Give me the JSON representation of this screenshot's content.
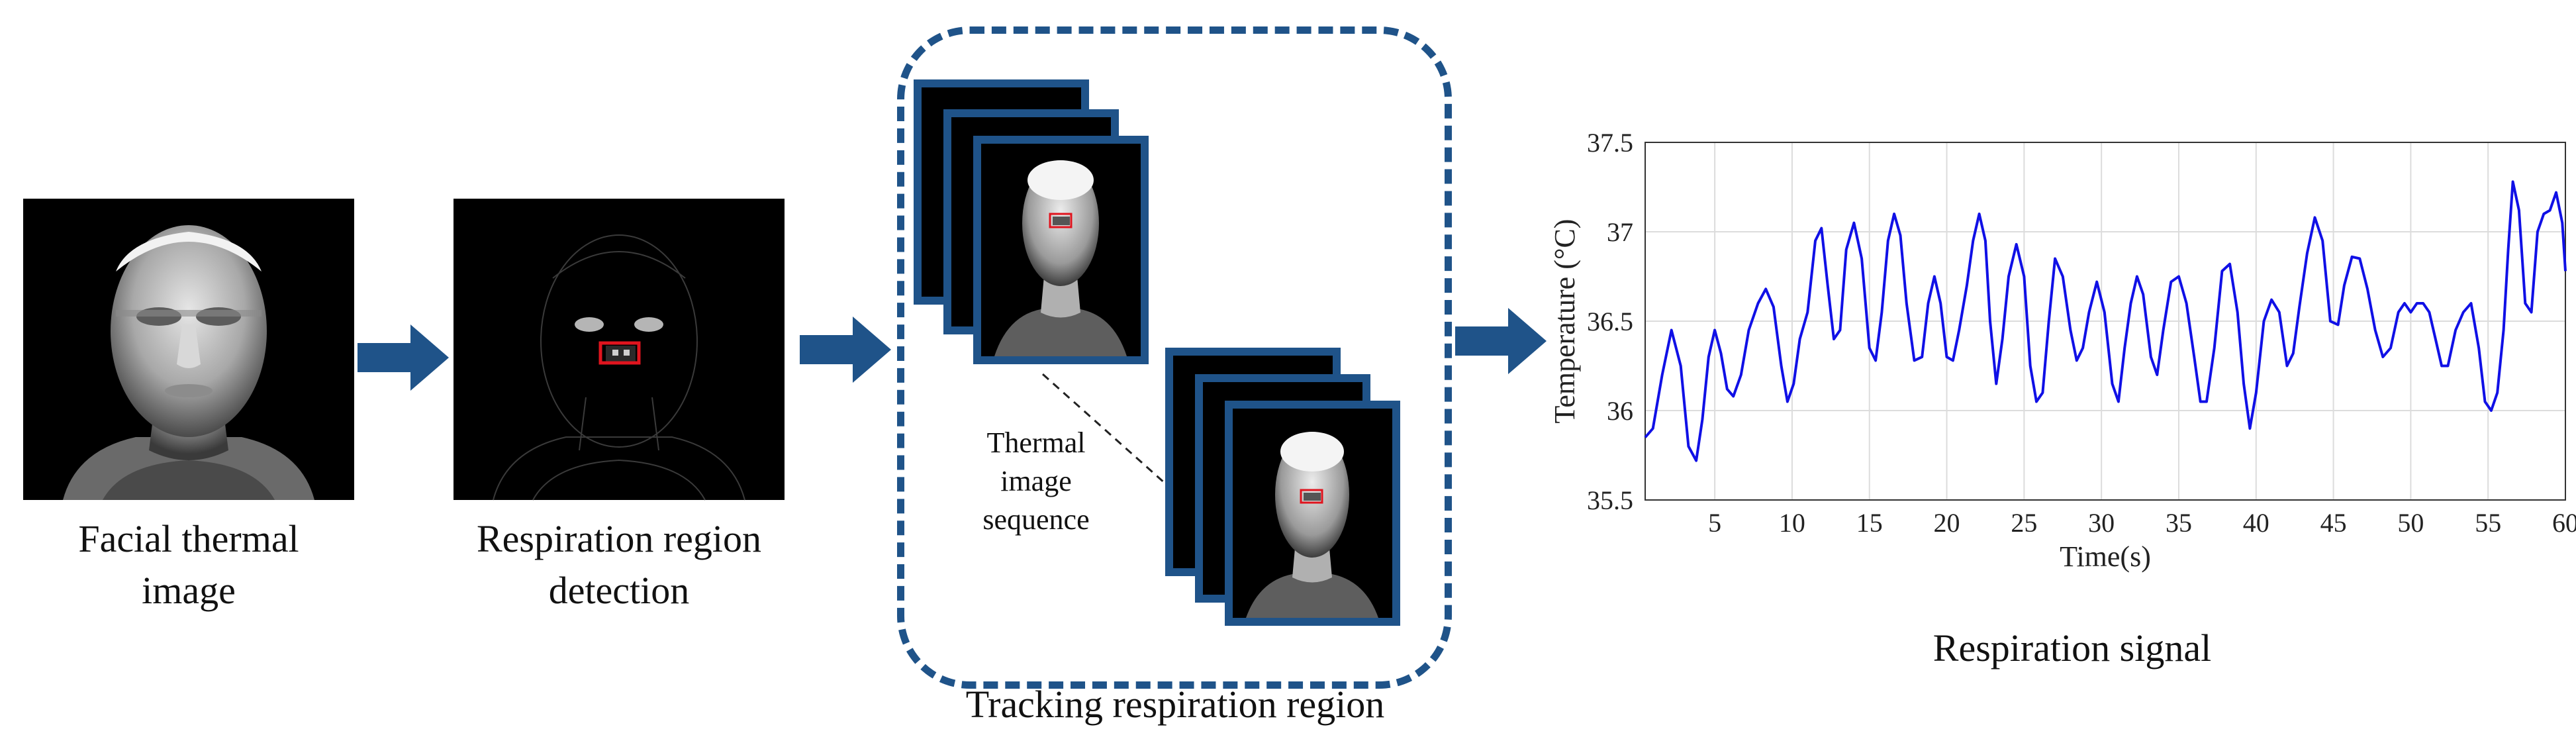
{
  "steps": [
    {
      "caption_line1": "Facial thermal",
      "caption_line2": "image"
    },
    {
      "caption_line1": "Respiration region",
      "caption_line2": "detection"
    },
    {
      "caption": "Tracking respiration region",
      "sequence_label_1": "Thermal",
      "sequence_label_2": "image",
      "sequence_label_3": "sequence"
    },
    {
      "caption": "Respiration signal"
    }
  ],
  "colors": {
    "arrow": "#1f5389",
    "frame_border": "#1f5389",
    "roi_box": "#e0141e",
    "signal_line": "#1010e6"
  },
  "chart_data": {
    "type": "line",
    "xlabel": "Time(s)",
    "ylabel": "Temperature (°C)",
    "xlim": [
      0.5,
      60
    ],
    "ylim": [
      35.5,
      37.5
    ],
    "xticks": [
      "5",
      "10",
      "15",
      "20",
      "25",
      "30",
      "35",
      "40",
      "45",
      "50",
      "55",
      "60"
    ],
    "yticks": [
      "35.5",
      "36",
      "36.5",
      "37",
      "37.5"
    ],
    "grid": true,
    "series": [
      {
        "x": [
          0.5,
          1.0,
          1.6,
          2.2,
          2.8,
          3.3,
          3.8,
          4.2,
          4.6,
          5.0,
          5.4,
          5.8,
          6.2,
          6.7,
          7.2,
          7.8,
          8.3,
          8.8,
          9.3,
          9.7,
          10.1,
          10.5,
          11.0,
          11.5,
          11.9,
          12.3,
          12.7,
          13.1,
          13.5,
          14.0,
          14.5,
          15.0,
          15.4,
          15.8,
          16.2,
          16.6,
          17.0,
          17.4,
          17.9,
          18.4,
          18.8,
          19.2,
          19.6,
          20.0,
          20.4,
          20.8,
          21.3,
          21.7,
          22.1,
          22.5,
          22.8,
          23.2,
          23.6,
          24.0,
          24.5,
          25.0,
          25.4,
          25.8,
          26.2,
          26.6,
          27.0,
          27.5,
          28.0,
          28.4,
          28.8,
          29.2,
          29.7,
          30.2,
          30.7,
          31.1,
          31.5,
          31.9,
          32.3,
          32.7,
          33.2,
          33.6,
          34.0,
          34.5,
          35.0,
          35.5,
          36.0,
          36.4,
          36.8,
          37.3,
          37.8,
          38.3,
          38.8,
          39.2,
          39.6,
          40.0,
          40.5,
          41.0,
          41.5,
          42.0,
          42.4,
          42.8,
          43.3,
          43.8,
          44.3,
          44.8,
          45.3,
          45.7,
          46.2,
          46.7,
          47.2,
          47.7,
          48.2,
          48.7,
          49.2,
          49.6,
          50.0,
          50.4,
          50.8,
          51.2,
          51.6,
          52.0,
          52.4,
          52.9,
          53.4,
          53.9,
          54.4,
          54.8,
          55.2,
          55.6,
          56.0,
          56.3,
          56.6,
          57.0,
          57.4,
          57.8,
          58.2,
          58.6,
          59.0,
          59.4,
          59.8,
          60.0
        ],
        "y": [
          35.85,
          35.9,
          36.2,
          36.45,
          36.25,
          35.8,
          35.72,
          35.95,
          36.3,
          36.45,
          36.32,
          36.12,
          36.08,
          36.2,
          36.45,
          36.6,
          36.68,
          36.58,
          36.25,
          36.05,
          36.15,
          36.4,
          36.55,
          36.95,
          37.02,
          36.7,
          36.4,
          36.45,
          36.9,
          37.05,
          36.85,
          36.35,
          36.28,
          36.55,
          36.95,
          37.1,
          36.98,
          36.6,
          36.28,
          36.3,
          36.6,
          36.75,
          36.6,
          36.3,
          36.28,
          36.45,
          36.7,
          36.95,
          37.1,
          36.95,
          36.5,
          36.15,
          36.4,
          36.75,
          36.93,
          36.75,
          36.25,
          36.05,
          36.1,
          36.5,
          36.85,
          36.75,
          36.45,
          36.28,
          36.35,
          36.55,
          36.72,
          36.55,
          36.15,
          36.05,
          36.35,
          36.6,
          36.75,
          36.65,
          36.3,
          36.2,
          36.45,
          36.72,
          36.75,
          36.6,
          36.3,
          36.05,
          36.05,
          36.35,
          36.78,
          36.82,
          36.55,
          36.15,
          35.9,
          36.1,
          36.5,
          36.62,
          36.55,
          36.25,
          36.32,
          36.58,
          36.88,
          37.08,
          36.95,
          36.5,
          36.48,
          36.7,
          36.86,
          36.85,
          36.68,
          36.45,
          36.3,
          36.35,
          36.55,
          36.6,
          36.55,
          36.6,
          36.6,
          36.55,
          36.4,
          36.25,
          36.25,
          36.45,
          36.55,
          36.6,
          36.35,
          36.05,
          36.0,
          36.1,
          36.45,
          36.9,
          37.28,
          37.12,
          36.6,
          36.55,
          37.0,
          37.1,
          37.12,
          37.22,
          37.05,
          36.78
        ]
      }
    ]
  }
}
